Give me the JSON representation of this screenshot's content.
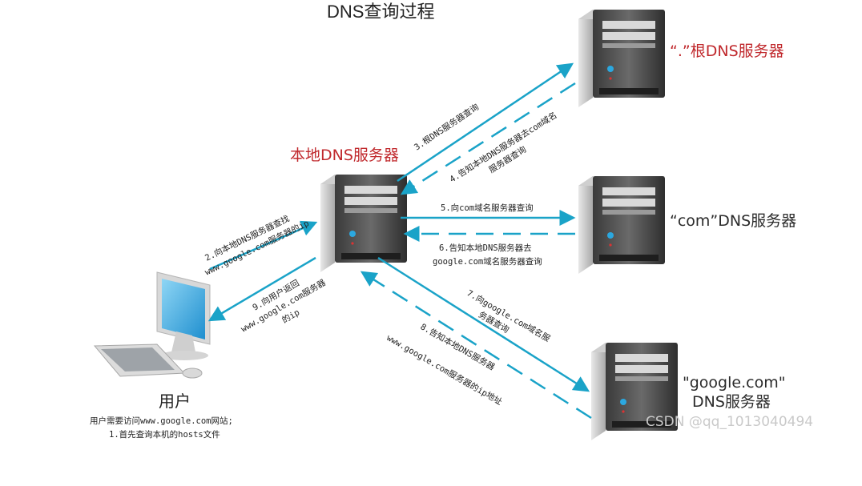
{
  "title": "DNS查询过程",
  "servers": {
    "root": "“.”根DNS服务器",
    "local": "本地DNS服务器",
    "com": "“com”DNS服务器",
    "google_line1": "\"google.com\"",
    "google_line2": "DNS服务器"
  },
  "user": {
    "label": "用户",
    "note_line1": "用户需要访问www.google.com网站;",
    "note_line2": "1.首先查询本机的hosts文件"
  },
  "steps": {
    "s2_l1": "2.向本地DNS服务器查找",
    "s2_l2": "www.google.com服务器的ip",
    "s3_l1": "3.根DNS服务器查询",
    "s4_l1": "4.告知本地DNS服务器去com域名",
    "s4_l2": "服务器查询",
    "s5_l1": "5.向com域名服务器查询",
    "s6_l1": "6.告知本地DNS服务器去",
    "s6_l2": "google.com域名服务器查询",
    "s7_l1": "7.向google.com域名服",
    "s7_l2": "务器查询",
    "s8_l1": "8.告知本地DNS服务器",
    "s8_l2": "www.google.com服务器的ip地址",
    "s9_l1": "9.向用户返回",
    "s9_l2": "www.google.com服务器",
    "s9_l3": "的ip"
  },
  "watermark": "CSDN @qq_1013040494",
  "colors": {
    "arrow": "#1aa3c8",
    "server_label": "#c0282c"
  }
}
